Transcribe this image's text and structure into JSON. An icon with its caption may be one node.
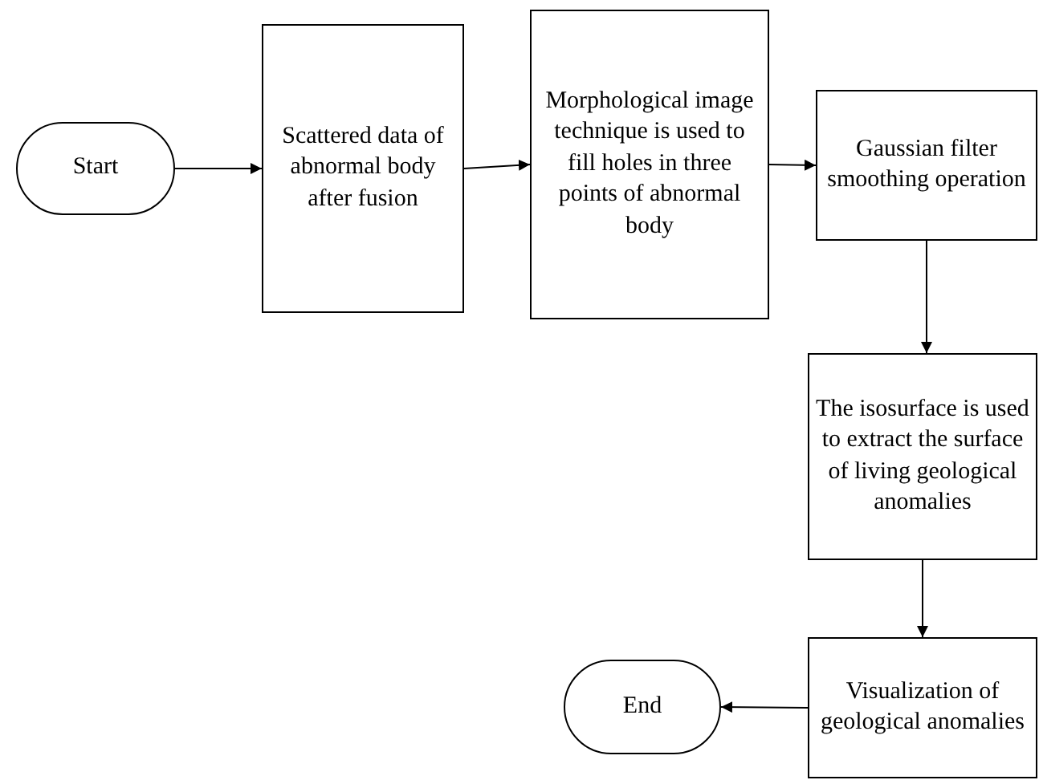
{
  "diagram": {
    "nodes": [
      {
        "text": [
          "Start"
        ]
      },
      {
        "text": [
          "Scattered data of abnormal body after fusion"
        ]
      },
      {
        "text": [
          "Morphological image technique is used to fill holes in three points of abnormal body"
        ]
      },
      {
        "text": [
          "Gaussian filter smoothing operation"
        ]
      },
      {
        "text": [
          "The isosurface is used to extract the surface of living geological anomalies"
        ]
      },
      {
        "text": [
          "Visualization of geological anomalies"
        ]
      },
      {
        "text": [
          "End"
        ]
      }
    ],
    "edges": [
      {
        "from": 0,
        "to": 1,
        "arrow": "to"
      },
      {
        "from": 1,
        "to": 2,
        "arrow": "to"
      },
      {
        "from": 2,
        "to": 3,
        "arrow": "to"
      },
      {
        "from": 3,
        "to": 4,
        "arrow": "to"
      },
      {
        "from": 4,
        "to": 5,
        "arrow": "to"
      },
      {
        "from": 5,
        "to": 6,
        "arrow": "to"
      }
    ]
  }
}
